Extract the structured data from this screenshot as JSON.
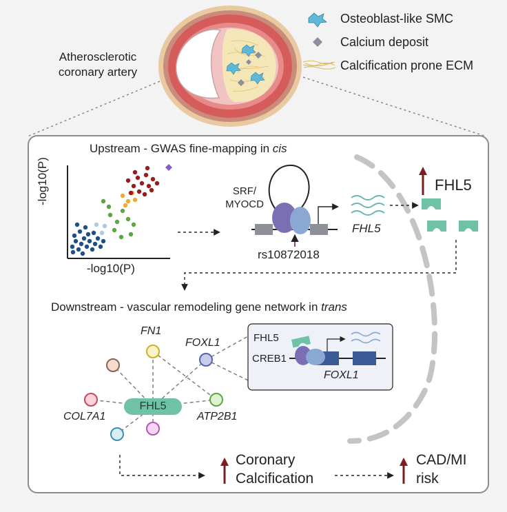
{
  "top": {
    "artery_label_line1": "Atherosclerotic",
    "artery_label_line2": "coronary artery",
    "legend": [
      {
        "label": "Osteoblast-like SMC",
        "icon": "smc-cell-icon",
        "color": "#5fb8d6"
      },
      {
        "label": "Calcium deposit",
        "icon": "calcium-diamond-icon",
        "color": "#8a8f9a"
      },
      {
        "label": "Calcification prone ECM",
        "icon": "ecm-fibers-icon",
        "color": "#f0d27a"
      }
    ]
  },
  "upstream": {
    "title_prefix": "Upstream - GWAS fine-mapping in ",
    "title_italic": "cis",
    "y_axis_label": "-log10(P)",
    "x_axis_label": "-log10(P)",
    "tf_label_line1": "SRF/",
    "tf_label_line2": "MYOCD",
    "snp_label": "rs10872018",
    "gene_label": "FHL5",
    "protein_label": "FHL5"
  },
  "downstream": {
    "title_prefix": "Downstream - vascular remodeling gene network in ",
    "title_italic": "trans",
    "hub_label": "FHL5",
    "genes": {
      "fn1": "FN1",
      "foxl1": "FOXL1",
      "col7a1": "COL7A1",
      "atp2b1": "ATP2B1"
    },
    "inset": {
      "fhl5": "FHL5",
      "creb1": "CREB1",
      "target": "FOXL1"
    }
  },
  "outcomes": {
    "calc_line1": "Coronary",
    "calc_line2": "Calcification",
    "risk_line1": "CAD/MI",
    "risk_line2": "risk"
  },
  "colors": {
    "arrow_red": "#7a1f1f",
    "teal": "#6fc1a8",
    "purple": "#7b6fb4",
    "blue_tf": "#8ba8d4",
    "exon": "#3a5b95"
  }
}
